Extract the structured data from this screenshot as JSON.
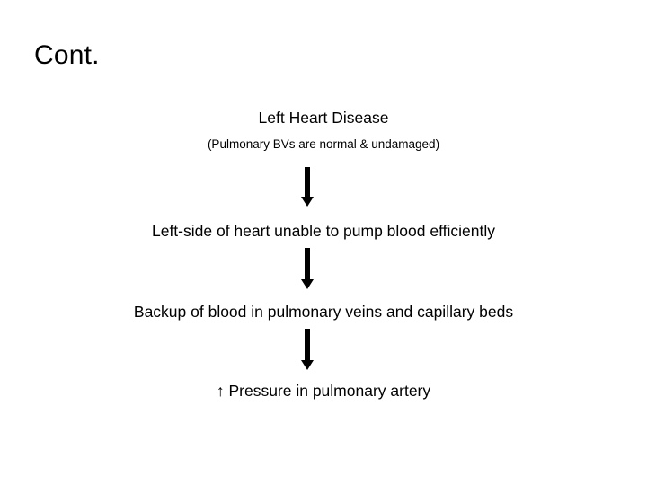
{
  "slide": {
    "title": "Cont.",
    "background_color": "#ffffff",
    "text_color": "#000000"
  },
  "flow": {
    "nodes": [
      {
        "id": "node-heading",
        "text": "Left Heart Disease",
        "style": "main"
      },
      {
        "id": "node-heading-note",
        "text": "(Pulmonary BVs are normal & undamaged)",
        "style": "sub"
      },
      {
        "id": "node-step-1",
        "text": "Left-side of  heart unable to pump blood efficiently",
        "style": "main"
      },
      {
        "id": "node-step-2",
        "text": "Backup of blood in pulmonary veins and capillary beds",
        "style": "main"
      },
      {
        "id": "node-step-3",
        "text": "↑ Pressure in pulmonary artery",
        "style": "main"
      }
    ],
    "arrows": [
      {
        "id": "arrow-1",
        "direction": "down",
        "color": "#000000"
      },
      {
        "id": "arrow-2",
        "direction": "down",
        "color": "#000000"
      },
      {
        "id": "arrow-3",
        "direction": "down",
        "color": "#000000"
      }
    ]
  }
}
